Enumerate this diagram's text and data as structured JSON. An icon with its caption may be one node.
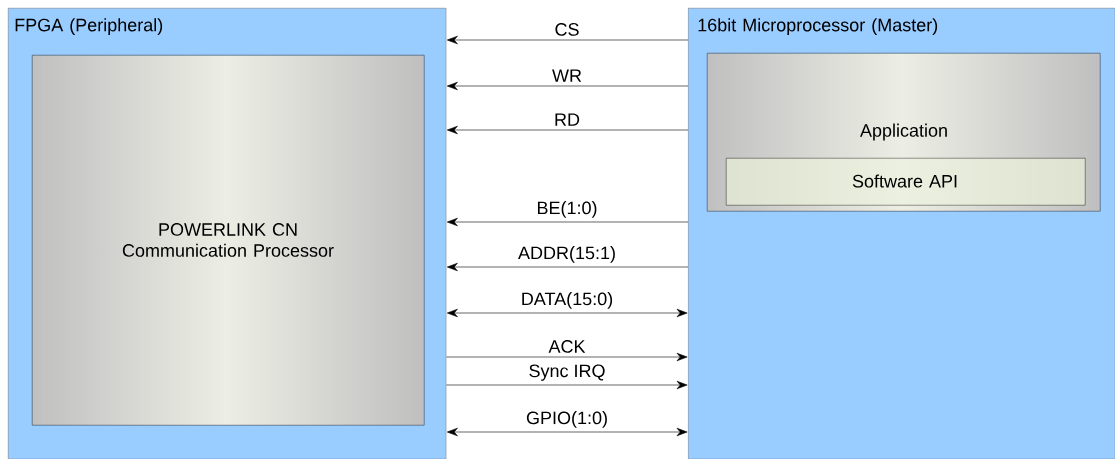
{
  "diagram": {
    "nodes": [
      {
        "text": [
          "FPGA (Peripheral)"
        ]
      },
      {
        "text": [
          "POWERLINK CN Communication Processor"
        ],
        "in": 0
      },
      {
        "text": [
          "16bit Microprocessor (Master)"
        ]
      },
      {
        "text": [
          "Application"
        ],
        "in": 2
      },
      {
        "text": [
          "Software API"
        ],
        "in": 3
      }
    ],
    "edges": [
      {
        "from": 2,
        "to": 0,
        "arrow": "to",
        "label": "CS"
      },
      {
        "from": 2,
        "to": 0,
        "arrow": "to",
        "label": "WR"
      },
      {
        "from": 2,
        "to": 0,
        "arrow": "to",
        "label": "RD"
      },
      {
        "from": 2,
        "to": 0,
        "arrow": "to",
        "label": "BE(1:0)"
      },
      {
        "from": 2,
        "to": 0,
        "arrow": "to",
        "label": "ADDR(15:1)"
      },
      {
        "from": 2,
        "to": 0,
        "arrow": "both",
        "label": "DATA(15:0)"
      },
      {
        "from": 0,
        "to": 2,
        "arrow": "to",
        "label": "ACK"
      },
      {
        "from": 0,
        "to": 2,
        "arrow": "to",
        "label": "Sync IRQ"
      },
      {
        "from": 2,
        "to": 0,
        "arrow": "both",
        "label": "GPIO(1:0)"
      }
    ]
  }
}
